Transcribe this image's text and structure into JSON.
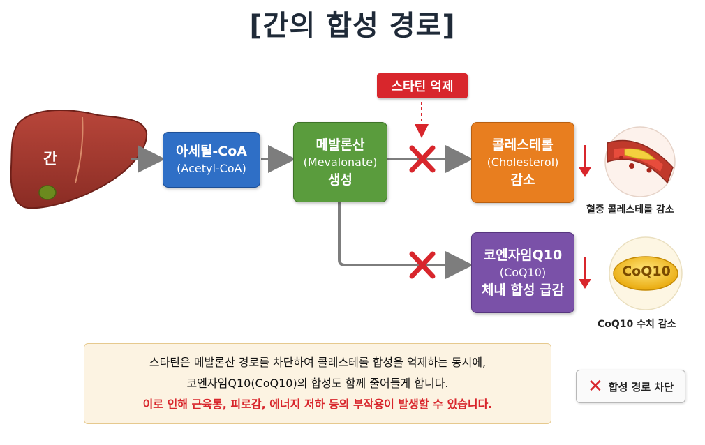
{
  "title": "[간의 합성 경로]",
  "liver": {
    "label": "간"
  },
  "statin_label": "스타틴 억제",
  "nodes": {
    "acetyl": {
      "line1": "아세틸-CoA",
      "line2": "(Acetyl-CoA)"
    },
    "mevalonate": {
      "line1": "메발론산",
      "line2": "(Mevalonate)",
      "line3": "생성"
    },
    "cholesterol": {
      "line1": "콜레스테롤",
      "line2": "(Cholesterol)",
      "line3": "감소"
    },
    "coq10": {
      "line1": "코엔자임Q10",
      "line2": "(CoQ10)",
      "line3": "체내 합성 급감"
    }
  },
  "captions": {
    "blood": "혈중 콜레스테롤 감소",
    "coq": "CoQ10 수치 감소",
    "coq_pill": "CoQ10"
  },
  "note": {
    "line1": "스타틴은 메발론산 경로를 차단하여 콜레스테롤 합성을 억제하는 동시에,",
    "line2": "코엔자임Q10(CoQ10)의 합성도 함께 줄어들게 합니다.",
    "line3": "이로 인해 근육통, 피로감, 에너지 저하 등의 부작용이 발생할 수 있습니다."
  },
  "legend": {
    "symbol": "✕",
    "label": "합성 경로 차단"
  },
  "colors": {
    "acetyl": "#2f6fc6",
    "mevalonate": "#5a9c3d",
    "cholesterol": "#e87e1f",
    "coq10": "#7a51a8",
    "block": "#d8262c",
    "arrow": "#7d7d7d"
  }
}
